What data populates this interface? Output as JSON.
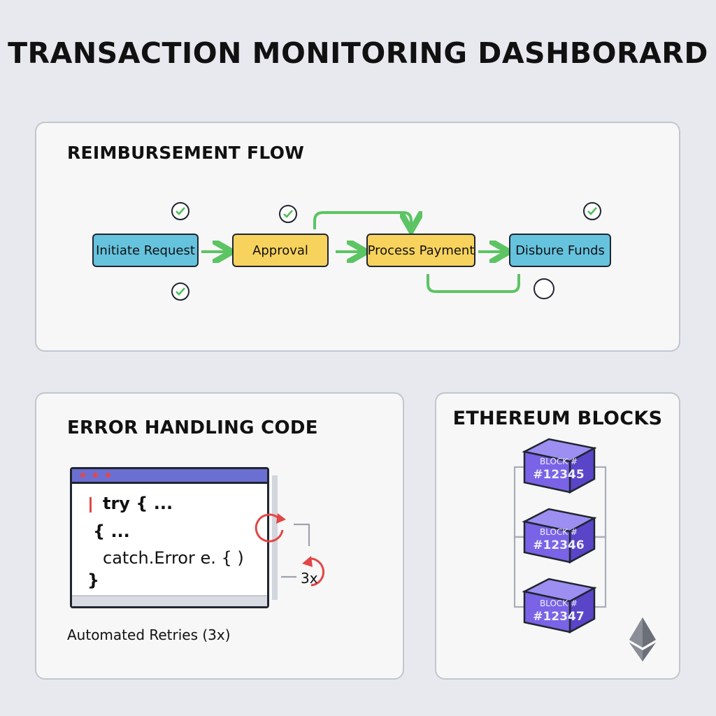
{
  "title": "TRANSACTION MONITORING DASHBORARD",
  "flow": {
    "title": "REIMBURSEMENT FLOW",
    "steps": [
      "Initiate Request",
      "Approval",
      "Process Payment",
      "Disbure Funds"
    ]
  },
  "error": {
    "title": "ERROR HANDLING CODE",
    "code": [
      "try { ...",
      "{ ...",
      "catch.Error e. { )",
      "}"
    ],
    "retry_count": "3x",
    "caption": "Automated Retries (3x)"
  },
  "ethereum": {
    "title": "ETHEREUM BLOCKS",
    "block_label": "BLOCK #",
    "blocks": [
      "#12345",
      "#12346",
      "#12347"
    ]
  },
  "colors": {
    "flow_arrow": "#5cc463",
    "step_blue": "#66c3de",
    "step_yellow": "#f7d35e",
    "retry_red": "#e24646",
    "block_purple": "#7a63e6"
  },
  "icons": [
    "check-circle-icon",
    "empty-circle-icon",
    "retry-icon",
    "ethereum-icon"
  ]
}
